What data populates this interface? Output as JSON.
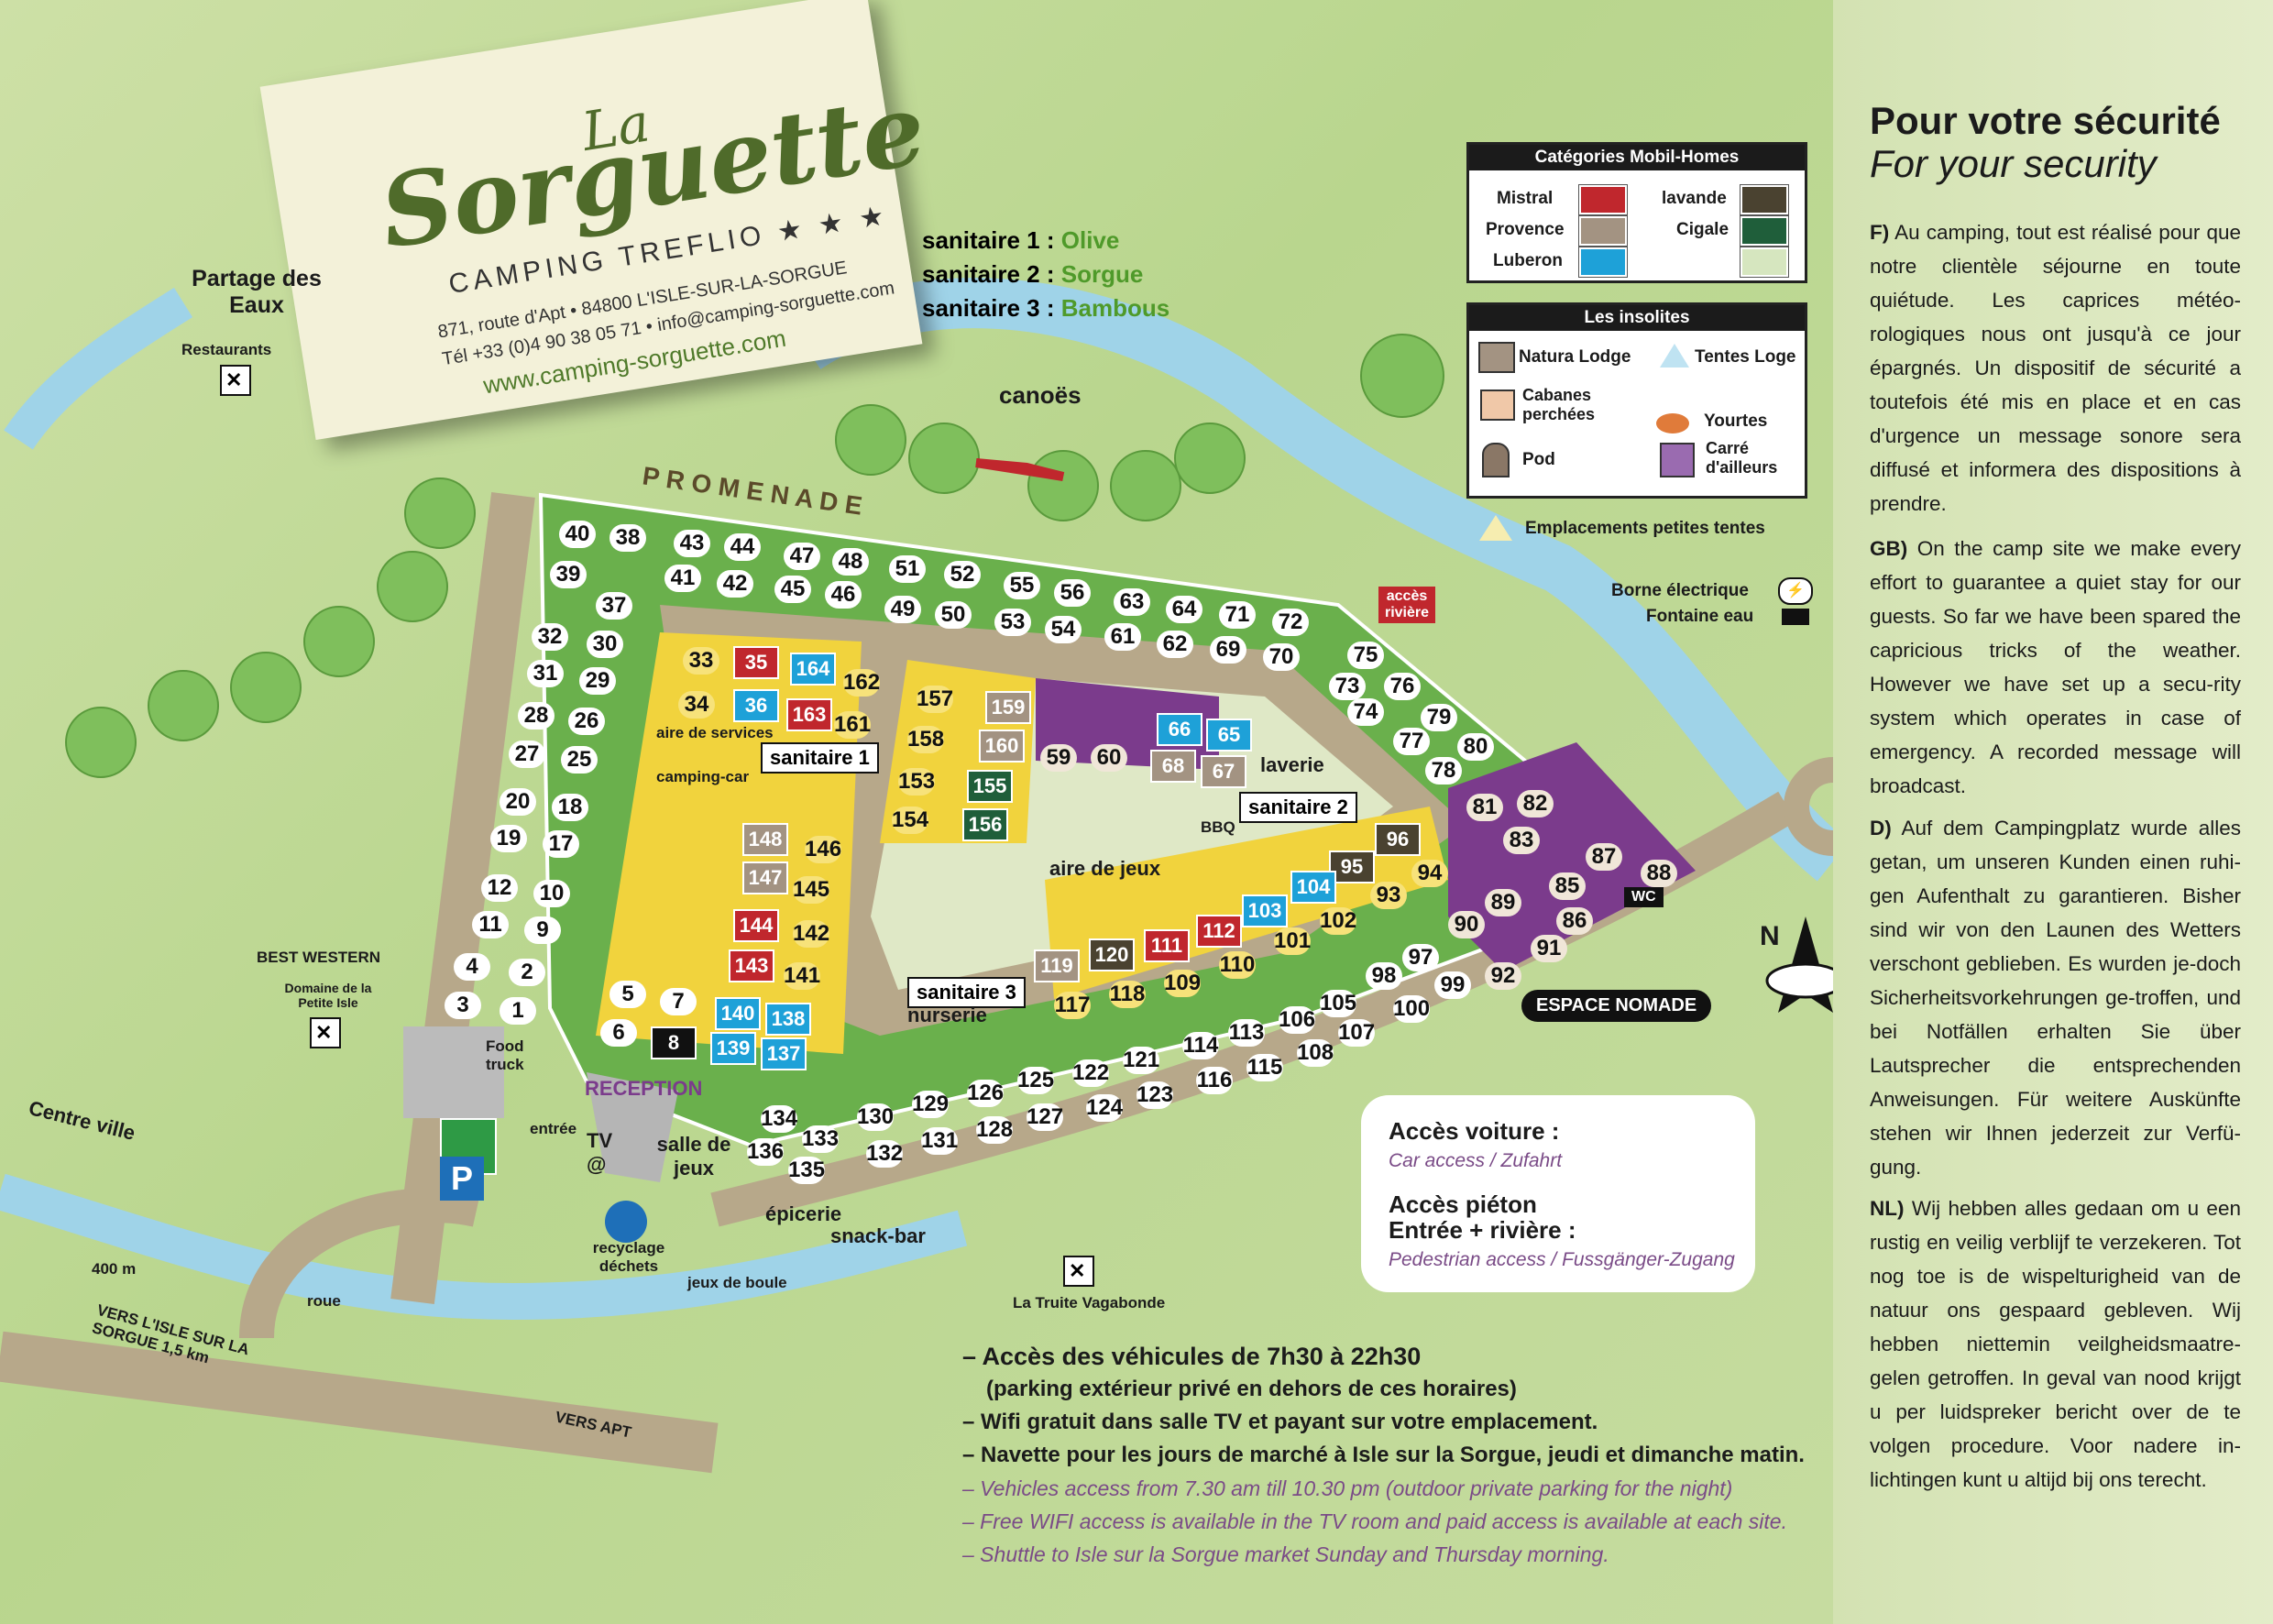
{
  "brand": {
    "la": "La",
    "name": "Sorguette",
    "subtitle": "CAMPING TREFLIO",
    "stars": "★ ★ ★",
    "address": "871, route d'Apt • 84800 L'ISLE-SUR-LA-SORGUE",
    "contact": "Tél +33 (0)4 90 38 05 71 • info@camping-sorguette.com",
    "web": "www.camping-sorguette.com"
  },
  "sanitaires": {
    "line1_prefix": "sanitaire 1 :",
    "line1_name": "Olive",
    "line2_prefix": "sanitaire 2 :",
    "line2_name": "Sorgue",
    "line3_prefix": "sanitaire 3 :",
    "line3_name": "Bambous"
  },
  "map_labels": {
    "partage": "Partage des Eaux",
    "restaurants": "Restaurants",
    "canoes": "canoës",
    "promenade": "P R O M E N A D E",
    "acces_riviere": "accès rivière",
    "aire_services": "aire de services",
    "camping_car": "camping-car",
    "sanitaire1": "sanitaire 1",
    "sanitaire2": "sanitaire 2",
    "sanitaire3": "sanitaire 3",
    "laverie": "laverie",
    "bbq": "BBQ",
    "aire_jeux": "aire de jeux",
    "nurserie": "nurserie",
    "best_western": "BEST WESTERN",
    "domaine": "Domaine de la Petite Isle",
    "food_truck": "Food truck",
    "reception": "RECEPTION",
    "entree": "entrée",
    "tv": "TV",
    "at": "@",
    "salle_jeux": "salle de jeux",
    "centre_ville": "Centre ville",
    "distance_400": "400 m",
    "roue": "roue",
    "vers_isle": "VERS L'ISLE SUR LA SORGUE 1,5 km",
    "vers_apt": "VERS APT",
    "recyclage": "recyclage déchets",
    "jeux_boule": "jeux de boule",
    "epicerie": "épicerie",
    "snack_bar": "snack-bar",
    "truite": "La Truite Vagabonde",
    "espace_nomade": "ESPACE NOMADE",
    "wc": "WC",
    "north": "N",
    "borne": "Borne électrique",
    "fontaine": "Fontaine eau"
  },
  "legend_mobil": {
    "title": "Catégories Mobil-Homes",
    "items": [
      {
        "label": "Mistral",
        "color": "#c0272d"
      },
      {
        "label": "Provence",
        "color": "#a39382"
      },
      {
        "label": "Luberon",
        "color": "#1ea1d8"
      },
      {
        "label": "lavande",
        "color": "#4a4230"
      },
      {
        "label": "Cigale",
        "color": "#1f5e3a"
      },
      {
        "label": "",
        "color": "#d6e6bf"
      }
    ]
  },
  "legend_insolites": {
    "title": "Les insolites",
    "natura": "Natura Lodge",
    "tentes": "Tentes Loge",
    "cabanes": "Cabanes perchées",
    "yourtes": "Yourtes",
    "pod": "Pod",
    "carre": "Carré d'ailleurs",
    "petites_tentes": "Emplacements petites tentes"
  },
  "access_box": {
    "voiture": "Accès voiture :",
    "voiture_it": "Car access / Zufahrt",
    "pieton": "Accès piéton",
    "pieton2": "Entrée + rivière :",
    "pieton_it": "Pedestrian access / Fussgänger-Zugang"
  },
  "notes": {
    "n1": "– Accès des véhicules de 7h30 à 22h30",
    "n1b": "(parking extérieur privé en dehors de ces horaires)",
    "n2": "– Wifi gratuit dans salle TV et payant sur votre emplacement.",
    "n3": "– Navette pour les jours de marché à Isle sur la Sorgue, jeudi et dimanche matin.",
    "e1": "– Vehicles access from 7.30 am till 10.30 pm (outdoor private parking for the night)",
    "e2": "– Free WIFI access is available in the TV room and paid access is available at each site.",
    "e3": "– Shuttle to Isle sur la Sorgue market Sunday and Thursday morning."
  },
  "security": {
    "title": "Pour votre sécurité",
    "subtitle": "For your security",
    "f_tag": "F)",
    "f": "Au camping, tout est réalisé pour que notre clientèle séjourne en toute quiétude. Les caprices météo-rologiques nous ont jusqu'à ce jour épargnés. Un dispositif de sécurité a toutefois été mis en place et en cas d'urgence un message sonore sera diffusé et informera des dispositions à prendre.",
    "gb_tag": "GB)",
    "gb": "On the camp site we make every effort to guarantee a quiet stay for our guests. So far we have been spared the capricious tricks of the weather. However we have set up a secu-rity system which operates in case of emergency. A recorded message will broadcast.",
    "d_tag": "D)",
    "d": "Auf dem Campingplatz wurde alles getan, um unseren Kunden einen ruhi-gen Aufenthalt zu garantieren. Bisher sind wir von den Launen des Wetters verschont geblieben. Es wurden je-doch Sicherheitsvorkehrungen ge-troffen, und bei Notfällen erhalten Sie über Lautsprecher die entsprechenden Anweisungen. Für weitere Auskünfte stehen wir Ihnen jederzeit zur Verfü-gung.",
    "nl_tag": "NL)",
    "nl": "Wij hebben alles gedaan om u een rustig en veilig verblijf te verzekeren. Tot nog toe is de wispelturigheid van de natuur ons gespaard gebleven. Wij hebben niettemin veilgheidsmaatre-gelen getroffen. In geval van nood krijgt u per luidspreker bericht over de te volgen procedure. Voor nadere in-lichtingen kunt u altijd bij ons terecht."
  },
  "pitches": {
    "green": [
      "40",
      "38",
      "39",
      "37",
      "32",
      "30",
      "31",
      "29",
      "28",
      "26",
      "27",
      "25",
      "20",
      "18",
      "19",
      "17",
      "12",
      "10",
      "11",
      "9",
      "4",
      "2",
      "3",
      "1",
      "43",
      "44",
      "41",
      "42",
      "47",
      "48",
      "45",
      "46",
      "51",
      "52",
      "49",
      "50",
      "55",
      "56",
      "53",
      "54",
      "63",
      "64",
      "61",
      "62",
      "71",
      "72",
      "69",
      "70",
      "75",
      "73",
      "76",
      "74",
      "79",
      "77",
      "80",
      "78",
      "97",
      "98",
      "99",
      "100",
      "105",
      "106",
      "107",
      "108",
      "113",
      "114",
      "115",
      "116",
      "121",
      "122",
      "123",
      "124",
      "125",
      "126",
      "127",
      "128",
      "129",
      "130",
      "131",
      "132",
      "133",
      "134",
      "135",
      "136",
      "5",
      "7",
      "6"
    ],
    "yellow": [
      "33",
      "34",
      "162",
      "161",
      "146",
      "145",
      "142",
      "141",
      "157",
      "158",
      "153",
      "154",
      "94",
      "93",
      "102",
      "101",
      "110",
      "109",
      "117",
      "118"
    ],
    "mobil": [
      {
        "n": "35",
        "c": "#c0272d"
      },
      {
        "n": "164",
        "c": "#1ea1d8"
      },
      {
        "n": "36",
        "c": "#1ea1d8"
      },
      {
        "n": "163",
        "c": "#c0272d"
      },
      {
        "n": "148",
        "c": "#a39382"
      },
      {
        "n": "147",
        "c": "#a39382"
      },
      {
        "n": "144",
        "c": "#c0272d"
      },
      {
        "n": "143",
        "c": "#c0272d"
      },
      {
        "n": "140",
        "c": "#1ea1d8"
      },
      {
        "n": "138",
        "c": "#1ea1d8"
      },
      {
        "n": "139",
        "c": "#1ea1d8"
      },
      {
        "n": "137",
        "c": "#1ea1d8"
      },
      {
        "n": "159",
        "c": "#a39382"
      },
      {
        "n": "160",
        "c": "#a39382"
      },
      {
        "n": "155",
        "c": "#1f5e3a"
      },
      {
        "n": "156",
        "c": "#1f5e3a"
      },
      {
        "n": "66",
        "c": "#1ea1d8"
      },
      {
        "n": "65",
        "c": "#1ea1d8"
      },
      {
        "n": "68",
        "c": "#a39382"
      },
      {
        "n": "67",
        "c": "#a39382"
      },
      {
        "n": "96",
        "c": "#4a4230"
      },
      {
        "n": "95",
        "c": "#4a4230"
      },
      {
        "n": "103",
        "c": "#1ea1d8"
      },
      {
        "n": "104",
        "c": "#1ea1d8"
      },
      {
        "n": "112",
        "c": "#c0272d"
      },
      {
        "n": "111",
        "c": "#c0272d"
      },
      {
        "n": "120",
        "c": "#4a4230"
      },
      {
        "n": "119",
        "c": "#a39382"
      },
      {
        "n": "8",
        "c": "#111111"
      }
    ],
    "insolites": [
      "59",
      "60",
      "81",
      "82",
      "83",
      "87",
      "85",
      "86",
      "88",
      "89",
      "90",
      "91",
      "92"
    ]
  }
}
